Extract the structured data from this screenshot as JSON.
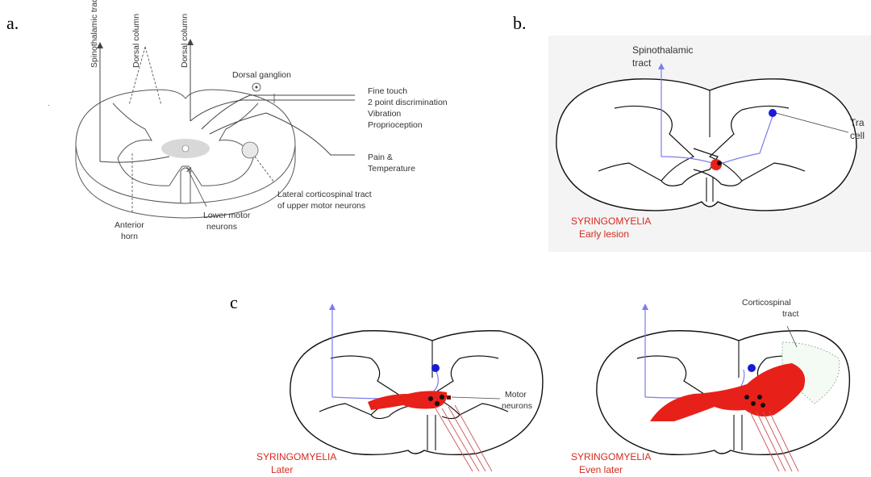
{
  "panels": {
    "a": {
      "letter": "a.",
      "labels": {
        "spinothalamic": "Spinothalamic tract",
        "dorsal_column_1": "Dorsal column",
        "dorsal_column_2": "Dorsal column",
        "dorsal_ganglion": "Dorsal ganglion",
        "fine_touch": [
          "Fine touch",
          "2 point discrimination",
          "Vibration",
          "Proprioception"
        ],
        "pain_temp": [
          "Pain &",
          "Temperature"
        ],
        "lateral_cs": [
          "Lateral corticospinal tract",
          "of upper motor neurons"
        ],
        "anterior_horn": [
          "Anterior",
          "horn"
        ],
        "lower_motor": [
          "Lower motor",
          "neurons"
        ]
      }
    },
    "b": {
      "letter": "b.",
      "labels": {
        "spinothalamic": [
          "Spinothalamic",
          "tract"
        ],
        "tract_cell": [
          "Tra",
          "cell"
        ],
        "title": "SYRINGOMYELIA",
        "subtitle": "Early lesion"
      }
    },
    "c": {
      "letter": "c",
      "left": {
        "motor_neurons": [
          "Motor",
          "neurons"
        ],
        "title": "SYRINGOMYELIA",
        "subtitle": "Later"
      },
      "right": {
        "corticospinal": [
          "Corticospinal",
          "tract"
        ],
        "title": "SYRINGOMYELIA",
        "subtitle": "Even later"
      }
    }
  },
  "colors": {
    "lesion": "#e8201a",
    "neuron_blue": "#1a1ad6",
    "tract_arrow": "#7c7cf0",
    "label_red": "#d42a1f"
  }
}
